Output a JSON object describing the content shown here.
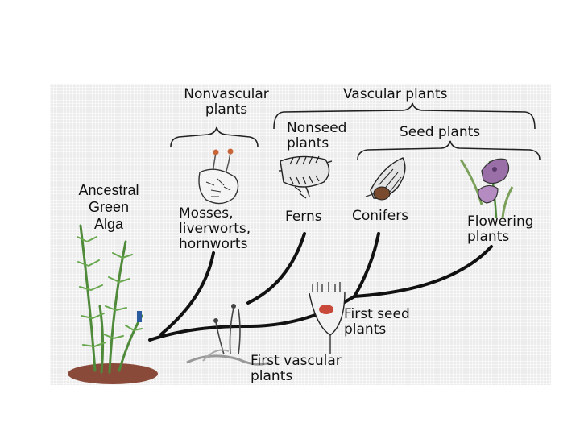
{
  "diagram": {
    "labels": {
      "nonvascular": "Nonvascular\nplants",
      "vascular": "Vascular plants",
      "nonseed": "Nonseed\nplants",
      "seed": "Seed plants",
      "ancestral": "Ancestral\nGreen\nAlga",
      "mosses": "Mosses,\nliverworts,\nhornworts",
      "ferns": "Ferns",
      "conifers": "Conifers",
      "flowering": "Flowering\nplants",
      "first_seed": "First seed\nplants",
      "first_vascular": "First vascular\nplants"
    },
    "colors": {
      "panel": "#ececec",
      "branch": "#111111",
      "plant_green": "#4f8a3a",
      "soil": "#8a4a3a",
      "flower": "#9a6fa8",
      "spore_cap": "#c8663a"
    }
  }
}
